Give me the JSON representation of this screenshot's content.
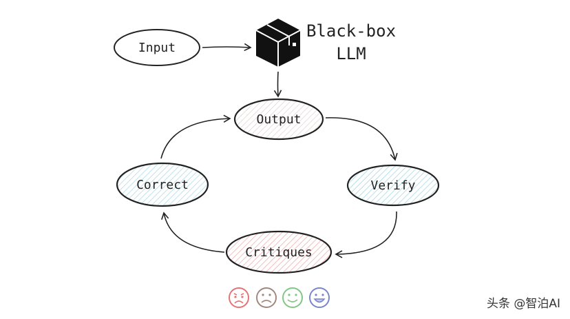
{
  "nodes": {
    "input": "Input",
    "blackbox_line1": "Black-box",
    "blackbox_line2": "LLM",
    "output": "Output",
    "verify": "Verify",
    "critiques": "Critiques",
    "correct": "Correct"
  },
  "faces": [
    {
      "name": "crying-face-icon",
      "color": "#e57373"
    },
    {
      "name": "frowning-face-icon",
      "color": "#a1887f"
    },
    {
      "name": "smiling-face-icon",
      "color": "#81c784"
    },
    {
      "name": "grinning-face-icon",
      "color": "#7986cb"
    }
  ],
  "colors": {
    "output_hatch": "#d8c8c8",
    "verify_hatch": "#9fd3df",
    "correct_hatch": "#a9d7e6",
    "critiques_hatch": "#f0a8a8"
  },
  "watermark": "头条 @智泊AI"
}
